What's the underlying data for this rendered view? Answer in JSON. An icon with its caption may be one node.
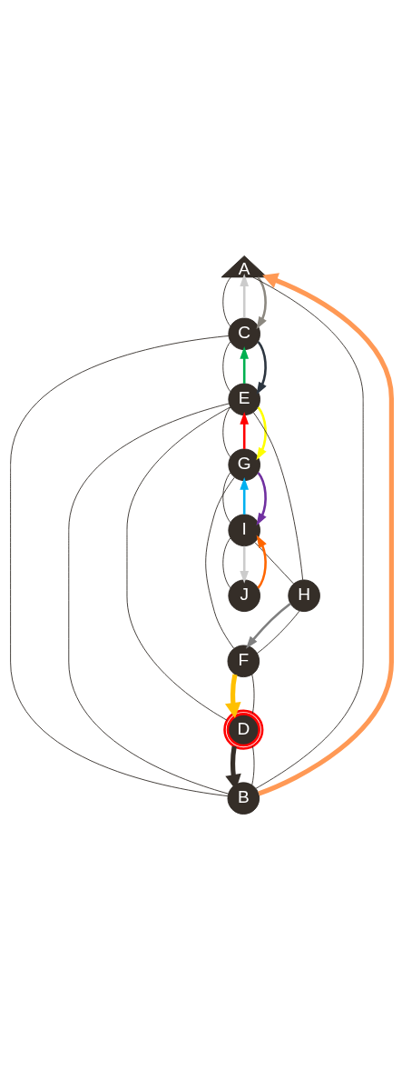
{
  "diagram": {
    "nodes": [
      {
        "text": [
          "A"
        ]
      },
      {
        "text": [
          "C"
        ]
      },
      {
        "text": [
          "B"
        ]
      },
      {
        "text": [
          "E"
        ]
      },
      {
        "text": [
          "D"
        ]
      },
      {
        "text": [
          "F"
        ]
      },
      {
        "text": [
          "G"
        ]
      },
      {
        "text": [
          "I"
        ]
      },
      {
        "text": [
          "H"
        ]
      },
      {
        "text": [
          "J"
        ]
      }
    ],
    "edges": [
      {
        "from": 0,
        "to": 1,
        "arrow": "none"
      },
      {
        "from": 0,
        "to": 2,
        "arrow": "none"
      },
      {
        "from": 1,
        "to": 2,
        "arrow": "none"
      },
      {
        "from": 1,
        "to": 3,
        "arrow": "none"
      },
      {
        "from": 2,
        "to": 3,
        "arrow": "none"
      },
      {
        "from": 2,
        "to": 4,
        "arrow": "none"
      },
      {
        "from": 3,
        "to": 4,
        "arrow": "none"
      },
      {
        "from": 3,
        "to": 6,
        "arrow": "none"
      },
      {
        "from": 3,
        "to": 8,
        "arrow": "none"
      },
      {
        "from": 4,
        "to": 5,
        "arrow": "none"
      },
      {
        "from": 6,
        "to": 5,
        "arrow": "none"
      },
      {
        "from": 5,
        "to": 8,
        "arrow": "none"
      },
      {
        "from": 6,
        "to": 7,
        "arrow": "none"
      },
      {
        "from": 7,
        "to": 8,
        "arrow": "none"
      },
      {
        "from": 7,
        "to": 9,
        "arrow": "none"
      },
      {
        "from": 1,
        "to": 0,
        "arrow": "to",
        "color": "#cccccc"
      },
      {
        "from": 0,
        "to": 1,
        "arrow": "to",
        "color": "#8c8880"
      },
      {
        "from": 2,
        "to": 0,
        "arrow": "to",
        "style": "thick",
        "color": "#ff9955"
      },
      {
        "from": 4,
        "to": 2,
        "arrow": "to",
        "style": "thick",
        "color": "#352e28"
      },
      {
        "from": 3,
        "to": 1,
        "arrow": "to",
        "color": "#00b050"
      },
      {
        "from": 1,
        "to": 3,
        "arrow": "to",
        "color": "#2d3640"
      },
      {
        "from": 6,
        "to": 3,
        "arrow": "to",
        "color": "#ff0000"
      },
      {
        "from": 3,
        "to": 6,
        "arrow": "to",
        "color": "#ffff00"
      },
      {
        "from": 5,
        "to": 4,
        "arrow": "to",
        "style": "thick",
        "color": "#ffc000"
      },
      {
        "from": 8,
        "to": 5,
        "arrow": "to",
        "color": "#808080"
      },
      {
        "from": 7,
        "to": 6,
        "arrow": "to",
        "color": "#00b0f0"
      },
      {
        "from": 6,
        "to": 7,
        "arrow": "to",
        "color": "#7030a0"
      },
      {
        "from": 7,
        "to": 9,
        "arrow": "to",
        "color": "#cccccc"
      },
      {
        "from": 9,
        "to": 7,
        "arrow": "to",
        "color": "#ff6600"
      }
    ]
  }
}
